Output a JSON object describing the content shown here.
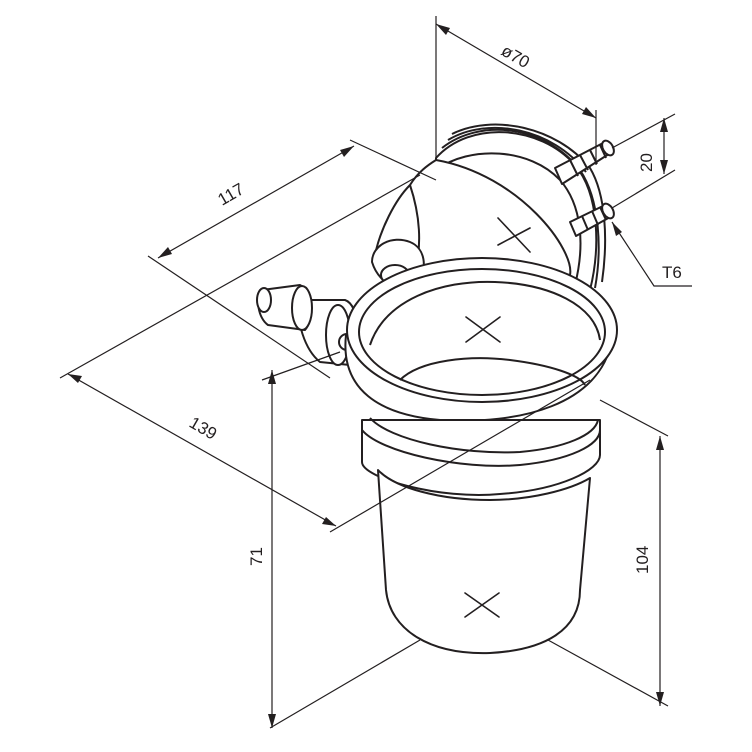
{
  "dimensions": {
    "diameter": "ø70",
    "depth": "117",
    "width": "139",
    "height_mount": "71",
    "height_total": "104",
    "screw_spacing": "20",
    "screw_type": "T6"
  },
  "marks": {
    "center_mark_icon": "cross-mark-icon",
    "arrowhead_icon": "filled-arrowhead-icon"
  },
  "colors": {
    "line": "#231f20",
    "background": "#ffffff"
  }
}
